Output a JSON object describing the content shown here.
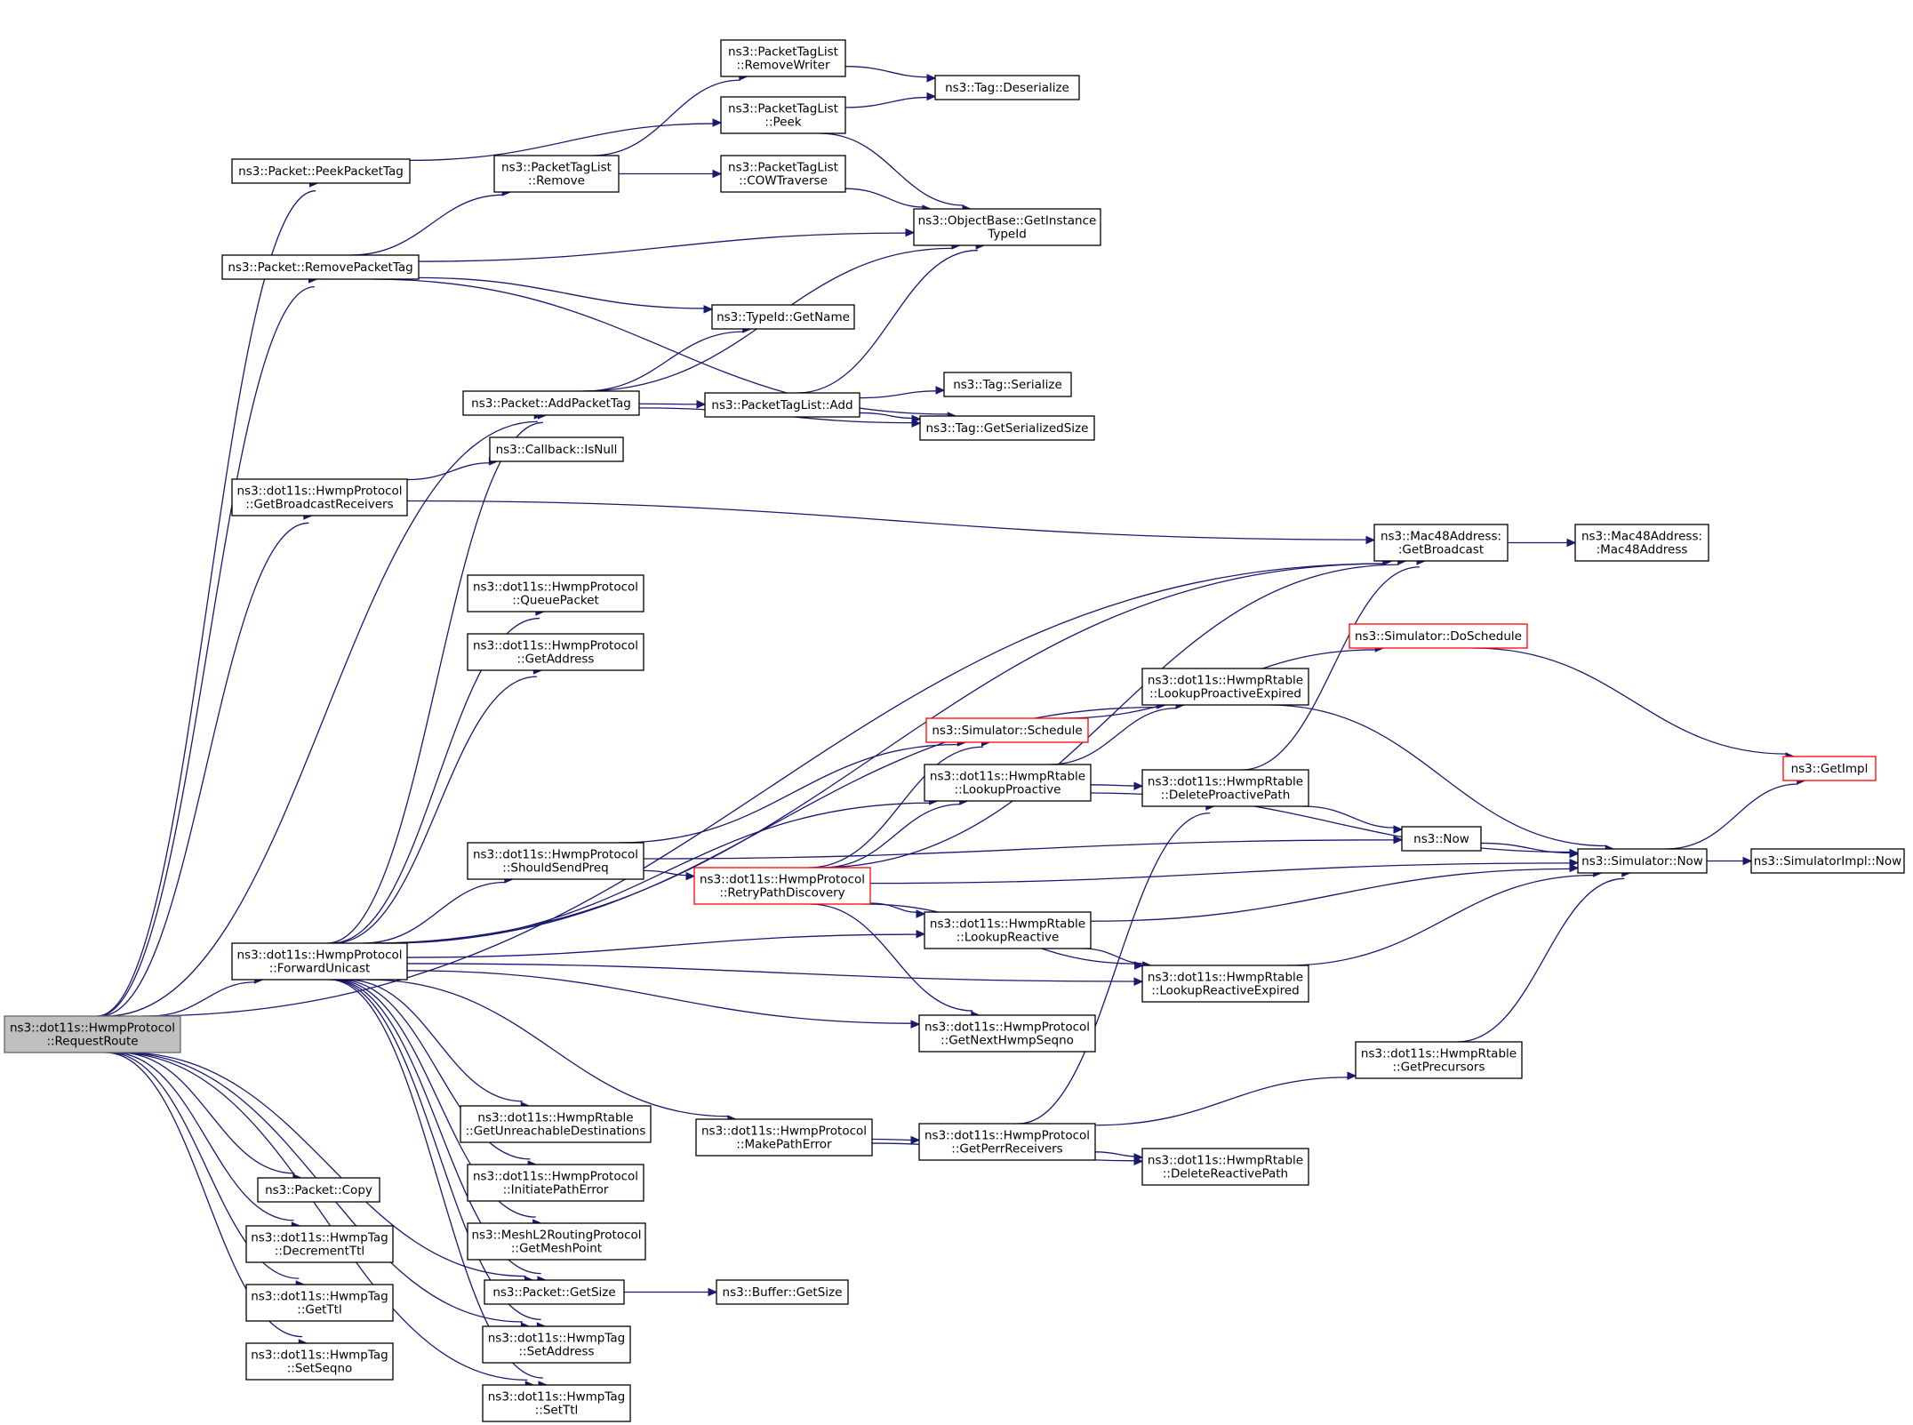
{
  "graph": {
    "type": "call-graph",
    "colors": {
      "edge": "#191970",
      "node_border": "#000000",
      "node_fill": "#ffffff",
      "root_fill": "#bfbfbf",
      "root_border": "#666666",
      "truncated_border": "#ff0000"
    },
    "nodes": [
      {
        "id": "n0",
        "lines": [
          "ns3::dot11s::HwmpProtocol",
          "::RequestRoute"
        ],
        "style": "highlight"
      },
      {
        "id": "n1",
        "lines": [
          "ns3::Packet::PeekPacketTag"
        ]
      },
      {
        "id": "n2",
        "lines": [
          "ns3::Packet::RemovePacketTag"
        ]
      },
      {
        "id": "n3",
        "lines": [
          "ns3::dot11s::HwmpProtocol",
          "::GetBroadcastReceivers"
        ]
      },
      {
        "id": "n4",
        "lines": [
          "ns3::dot11s::HwmpProtocol",
          "::ForwardUnicast"
        ]
      },
      {
        "id": "n5",
        "lines": [
          "ns3::Packet::Copy"
        ]
      },
      {
        "id": "n6",
        "lines": [
          "ns3::dot11s::HwmpTag",
          "::DecrementTtl"
        ]
      },
      {
        "id": "n7",
        "lines": [
          "ns3::dot11s::HwmpTag",
          "::GetTtl"
        ]
      },
      {
        "id": "n8",
        "lines": [
          "ns3::dot11s::HwmpTag",
          "::SetSeqno"
        ]
      },
      {
        "id": "n9",
        "lines": [
          "ns3::PacketTagList",
          "::Remove"
        ]
      },
      {
        "id": "n10",
        "lines": [
          "ns3::Packet::AddPacketTag"
        ]
      },
      {
        "id": "n11",
        "lines": [
          "ns3::Callback::IsNull"
        ]
      },
      {
        "id": "n12",
        "lines": [
          "ns3::dot11s::HwmpProtocol",
          "::QueuePacket"
        ]
      },
      {
        "id": "n13",
        "lines": [
          "ns3::dot11s::HwmpProtocol",
          "::GetAddress"
        ]
      },
      {
        "id": "n14",
        "lines": [
          "ns3::dot11s::HwmpProtocol",
          "::ShouldSendPreq"
        ]
      },
      {
        "id": "n15",
        "lines": [
          "ns3::dot11s::HwmpRtable",
          "::GetUnreachableDestinations"
        ]
      },
      {
        "id": "n16",
        "lines": [
          "ns3::dot11s::HwmpProtocol",
          "::InitiatePathError"
        ]
      },
      {
        "id": "n17",
        "lines": [
          "ns3::MeshL2RoutingProtocol",
          "::GetMeshPoint"
        ]
      },
      {
        "id": "n18",
        "lines": [
          "ns3::Packet::GetSize"
        ]
      },
      {
        "id": "n19",
        "lines": [
          "ns3::dot11s::HwmpTag",
          "::SetAddress"
        ]
      },
      {
        "id": "n20",
        "lines": [
          "ns3::dot11s::HwmpTag",
          "::SetTtl"
        ]
      },
      {
        "id": "n21",
        "lines": [
          "ns3::PacketTagList",
          "::RemoveWriter"
        ]
      },
      {
        "id": "n22",
        "lines": [
          "ns3::PacketTagList",
          "::Peek"
        ]
      },
      {
        "id": "n23",
        "lines": [
          "ns3::PacketTagList",
          "::COWTraverse"
        ]
      },
      {
        "id": "n24",
        "lines": [
          "ns3::TypeId::GetName"
        ]
      },
      {
        "id": "n25",
        "lines": [
          "ns3::PacketTagList::Add"
        ]
      },
      {
        "id": "n26",
        "lines": [
          "ns3::dot11s::HwmpProtocol",
          "::RetryPathDiscovery"
        ],
        "style": "truncated"
      },
      {
        "id": "n27",
        "lines": [
          "ns3::dot11s::HwmpProtocol",
          "::MakePathError"
        ]
      },
      {
        "id": "n28",
        "lines": [
          "ns3::Buffer::GetSize"
        ]
      },
      {
        "id": "n29",
        "lines": [
          "ns3::Tag::Deserialize"
        ]
      },
      {
        "id": "n30",
        "lines": [
          "ns3::ObjectBase::GetInstance",
          "TypeId"
        ]
      },
      {
        "id": "n31",
        "lines": [
          "ns3::Tag::Serialize"
        ]
      },
      {
        "id": "n32",
        "lines": [
          "ns3::Tag::GetSerializedSize"
        ]
      },
      {
        "id": "n33",
        "lines": [
          "ns3::Simulator::Schedule"
        ],
        "style": "truncated"
      },
      {
        "id": "n34",
        "lines": [
          "ns3::dot11s::HwmpRtable",
          "::LookupProactive"
        ]
      },
      {
        "id": "n35",
        "lines": [
          "ns3::dot11s::HwmpRtable",
          "::LookupReactive"
        ]
      },
      {
        "id": "n36",
        "lines": [
          "ns3::dot11s::HwmpProtocol",
          "::GetNextHwmpSeqno"
        ]
      },
      {
        "id": "n37",
        "lines": [
          "ns3::dot11s::HwmpProtocol",
          "::GetPerrReceivers"
        ]
      },
      {
        "id": "n38",
        "lines": [
          "ns3::dot11s::HwmpRtable",
          "::LookupProactiveExpired"
        ]
      },
      {
        "id": "n39",
        "lines": [
          "ns3::dot11s::HwmpRtable",
          "::DeleteProactivePath"
        ]
      },
      {
        "id": "n40",
        "lines": [
          "ns3::dot11s::HwmpRtable",
          "::LookupReactiveExpired"
        ]
      },
      {
        "id": "n41",
        "lines": [
          "ns3::dot11s::HwmpRtable",
          "::DeleteReactivePath"
        ]
      },
      {
        "id": "n42",
        "lines": [
          "ns3::Mac48Address:",
          ":GetBroadcast"
        ]
      },
      {
        "id": "n43",
        "lines": [
          "ns3::Simulator::DoSchedule"
        ],
        "style": "truncated"
      },
      {
        "id": "n44",
        "lines": [
          "ns3::Now"
        ]
      },
      {
        "id": "n45",
        "lines": [
          "ns3::dot11s::HwmpRtable",
          "::GetPrecursors"
        ]
      },
      {
        "id": "n46",
        "lines": [
          "ns3::Mac48Address:",
          ":Mac48Address"
        ]
      },
      {
        "id": "n47",
        "lines": [
          "ns3::Simulator::Now"
        ]
      },
      {
        "id": "n48",
        "lines": [
          "ns3::GetImpl"
        ],
        "style": "truncated"
      },
      {
        "id": "n49",
        "lines": [
          "ns3::SimulatorImpl::Now"
        ]
      }
    ],
    "edges": [
      [
        "n0",
        "n1"
      ],
      [
        "n0",
        "n2"
      ],
      [
        "n0",
        "n10"
      ],
      [
        "n0",
        "n3"
      ],
      [
        "n0",
        "n4"
      ],
      [
        "n0",
        "n42"
      ],
      [
        "n0",
        "n5"
      ],
      [
        "n0",
        "n6"
      ],
      [
        "n0",
        "n7"
      ],
      [
        "n0",
        "n8"
      ],
      [
        "n0",
        "n18"
      ],
      [
        "n0",
        "n19"
      ],
      [
        "n0",
        "n20"
      ],
      [
        "n1",
        "n22"
      ],
      [
        "n2",
        "n9"
      ],
      [
        "n2",
        "n30"
      ],
      [
        "n2",
        "n24"
      ],
      [
        "n2",
        "n32"
      ],
      [
        "n3",
        "n11"
      ],
      [
        "n3",
        "n42"
      ],
      [
        "n4",
        "n10"
      ],
      [
        "n4",
        "n42"
      ],
      [
        "n4",
        "n12"
      ],
      [
        "n4",
        "n13"
      ],
      [
        "n4",
        "n38"
      ],
      [
        "n4",
        "n34"
      ],
      [
        "n4",
        "n14"
      ],
      [
        "n4",
        "n35"
      ],
      [
        "n4",
        "n36"
      ],
      [
        "n4",
        "n40"
      ],
      [
        "n4",
        "n15"
      ],
      [
        "n4",
        "n16"
      ],
      [
        "n4",
        "n17"
      ],
      [
        "n4",
        "n18"
      ],
      [
        "n4",
        "n19"
      ],
      [
        "n4",
        "n20"
      ],
      [
        "n4",
        "n27"
      ],
      [
        "n9",
        "n21"
      ],
      [
        "n9",
        "n23"
      ],
      [
        "n10",
        "n24"
      ],
      [
        "n10",
        "n30"
      ],
      [
        "n10",
        "n25"
      ],
      [
        "n10",
        "n32"
      ],
      [
        "n14",
        "n33"
      ],
      [
        "n14",
        "n26"
      ],
      [
        "n14",
        "n44"
      ],
      [
        "n18",
        "n28"
      ],
      [
        "n21",
        "n29"
      ],
      [
        "n22",
        "n29"
      ],
      [
        "n22",
        "n30"
      ],
      [
        "n23",
        "n30"
      ],
      [
        "n25",
        "n30"
      ],
      [
        "n25",
        "n31"
      ],
      [
        "n25",
        "n32"
      ],
      [
        "n26",
        "n42"
      ],
      [
        "n26",
        "n33"
      ],
      [
        "n26",
        "n34"
      ],
      [
        "n26",
        "n47"
      ],
      [
        "n26",
        "n35"
      ],
      [
        "n26",
        "n40"
      ],
      [
        "n26",
        "n36"
      ],
      [
        "n27",
        "n37"
      ],
      [
        "n27",
        "n41"
      ],
      [
        "n33",
        "n43"
      ],
      [
        "n34",
        "n38"
      ],
      [
        "n34",
        "n39"
      ],
      [
        "n34",
        "n47"
      ],
      [
        "n35",
        "n40"
      ],
      [
        "n35",
        "n47"
      ],
      [
        "n37",
        "n39"
      ],
      [
        "n37",
        "n45"
      ],
      [
        "n37",
        "n41"
      ],
      [
        "n38",
        "n47"
      ],
      [
        "n39",
        "n42"
      ],
      [
        "n39",
        "n44"
      ],
      [
        "n40",
        "n47"
      ],
      [
        "n42",
        "n46"
      ],
      [
        "n43",
        "n48"
      ],
      [
        "n44",
        "n47"
      ],
      [
        "n45",
        "n47"
      ],
      [
        "n47",
        "n48"
      ],
      [
        "n47",
        "n49"
      ]
    ]
  }
}
